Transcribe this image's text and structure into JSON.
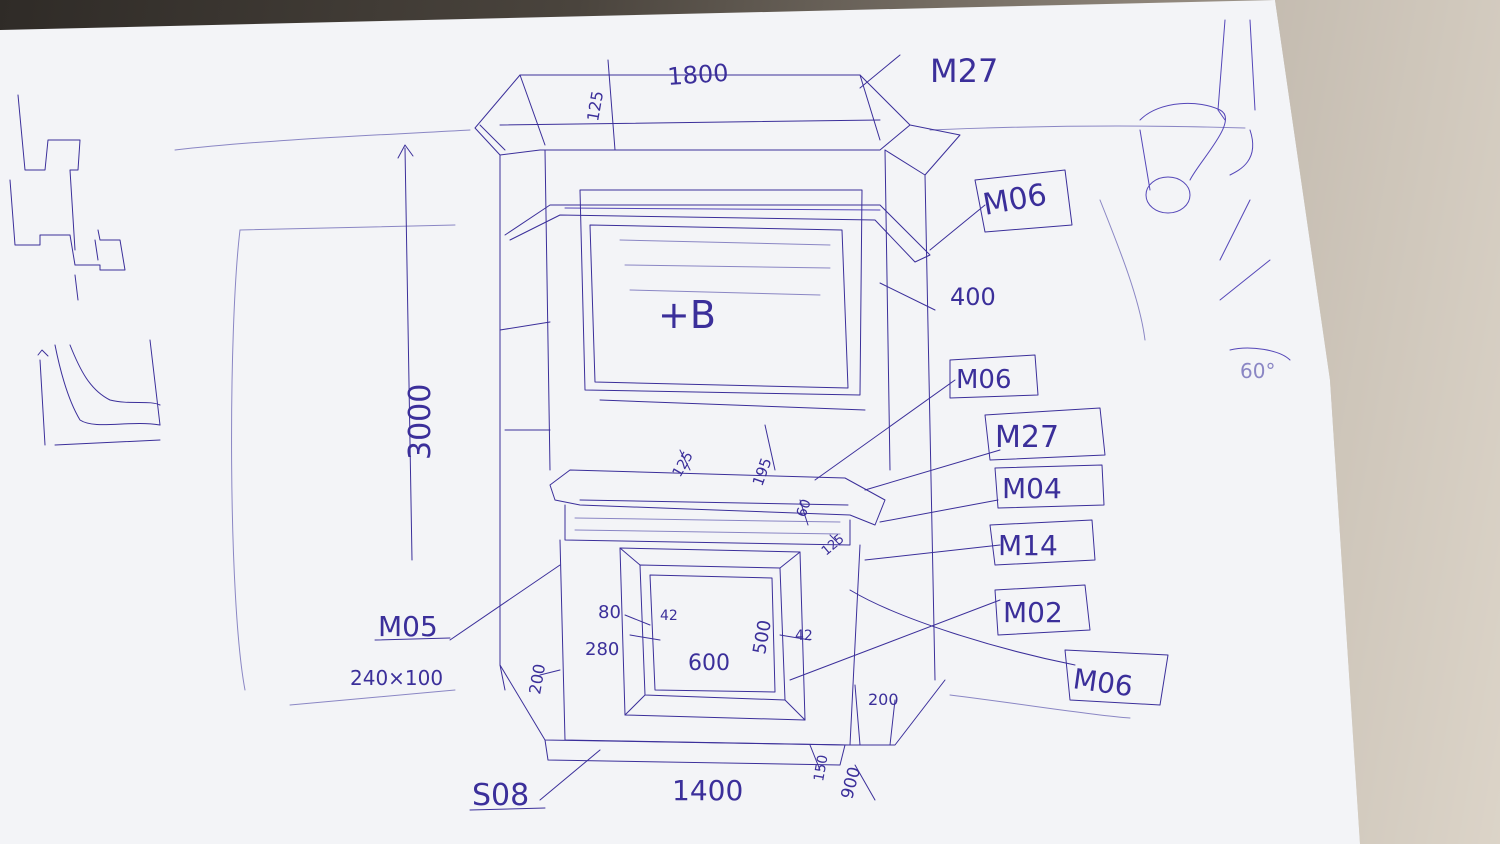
{
  "drawing": {
    "top_width": "1800",
    "top_height": "125",
    "overall_height": "3000",
    "niche_label": "+B",
    "shelf_depth": "400",
    "mantel_dim_a": "125",
    "mantel_dim_b": "195",
    "mantel_dim_c": "60",
    "mantel_dim_d": "125",
    "left_frame": "80",
    "left_gap": "42",
    "right_gap": "42",
    "left_lower": "280",
    "opening_height": "500",
    "opening_width": "600",
    "base_side": "200",
    "base_right": "200",
    "plinth": "150",
    "base_width": "1400",
    "side_depth": "900",
    "side_size": "240×100",
    "corner_angle": "60°"
  },
  "labels": {
    "m27_top": "M27",
    "m06_top": "M06",
    "m06_mid": "M06",
    "m27_mid": "M27",
    "m04": "M04",
    "m14": "M14",
    "m02": "M02",
    "m06_low": "M06",
    "m05": "M05",
    "s08": "S08"
  }
}
